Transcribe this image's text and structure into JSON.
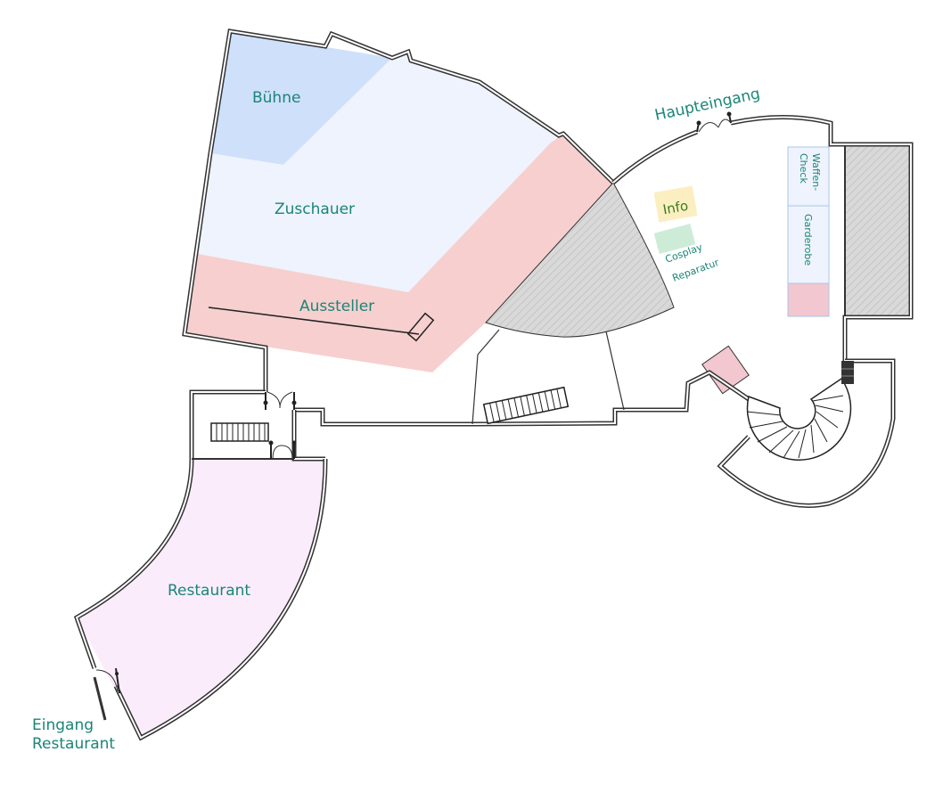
{
  "colors": {
    "stage": "#cfe0fa",
    "audience": "#eef3fd",
    "exhibitor": "#f7cfcf",
    "restaurant": "#fbecfc",
    "info": "#fbefc2",
    "cosplay": "#cdecd8",
    "cloakroom": "#eef3fd",
    "cloakroom_red": "#f2c7cf",
    "hatched": "#d9d9d9",
    "text": "#1a8577",
    "walls": "#333333"
  },
  "labels": {
    "stage": "Bühne",
    "audience": "Zuschauer",
    "exhibitor": "Aussteller",
    "restaurant": "Restaurant",
    "main_entrance": "Haupteingang",
    "restaurant_entrance_line1": "Eingang",
    "restaurant_entrance_line2": "Restaurant",
    "info": "Info",
    "cosplay_line1": "Cosplay",
    "cosplay_line2": "Reparatur",
    "weapons_check_line1": "Waffen-",
    "weapons_check_line2": "Check",
    "cloakroom": "Garderobe"
  }
}
